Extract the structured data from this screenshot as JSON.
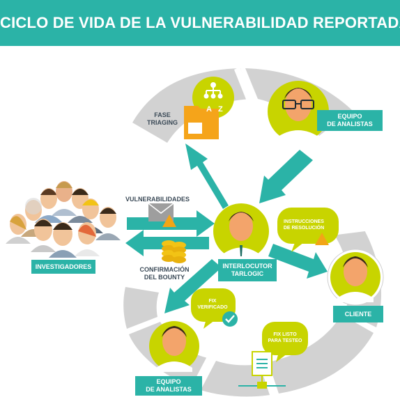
{
  "title": "CICLO DE VIDA DE LA VULNERABILIDAD REPORTADA",
  "labels": {
    "fase_triaging": "FASE\nTRIAGING",
    "equipo_analistas_top": "EQUIPO\nDE ANALISTAS",
    "vulnerabilidades": "VULNERABILIDADES",
    "investigadores": "INVESTIGADORES",
    "confirmacion": "CONFIRMACIÓN\nDEL BOUNTY",
    "interlocutor": "INTERLOCUTOR\nTARLOGIC",
    "instrucciones": "INSTRUCCIONES\nDE RESOLUCIÓN",
    "cliente": "CLIENTE",
    "fix_verificado": "FIX\nVERIFICADO",
    "fix_listo": "FIX LISTO\nPARA TESTEO",
    "equipo_analistas_bottom": "EQUIPO\nDE ANALISTAS"
  },
  "sort_letters": {
    "a": "A",
    "z": "Z"
  },
  "colors": {
    "teal": "#2bb3a7",
    "lime": "#c8d400",
    "gray_ring": "#cfcfcf",
    "skin": "#f3a46b",
    "hair": "#3a2a1a",
    "dark_text": "#3b4a57",
    "orange_folder": "#f5a41a",
    "coin": "#f2c315",
    "warning": "#f2a516"
  }
}
